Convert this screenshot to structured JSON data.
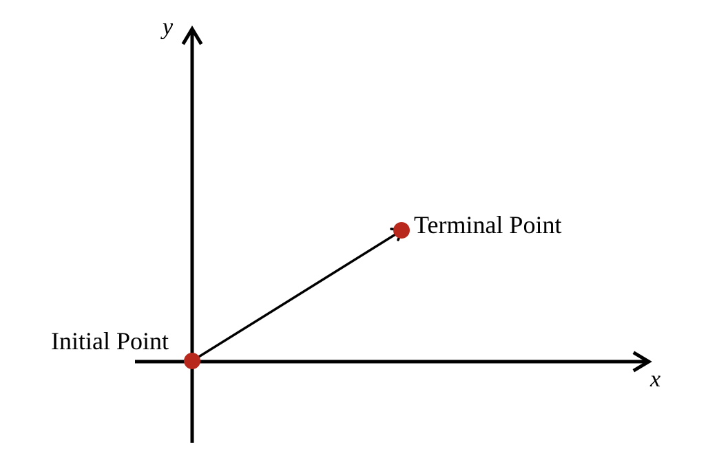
{
  "axes": {
    "x_label": "x",
    "y_label": "y"
  },
  "points": {
    "initial_label": "Initial Point",
    "terminal_label": "Terminal Point"
  },
  "colors": {
    "point": "#b8281c",
    "stroke": "#000000",
    "background": "#ffffff"
  }
}
